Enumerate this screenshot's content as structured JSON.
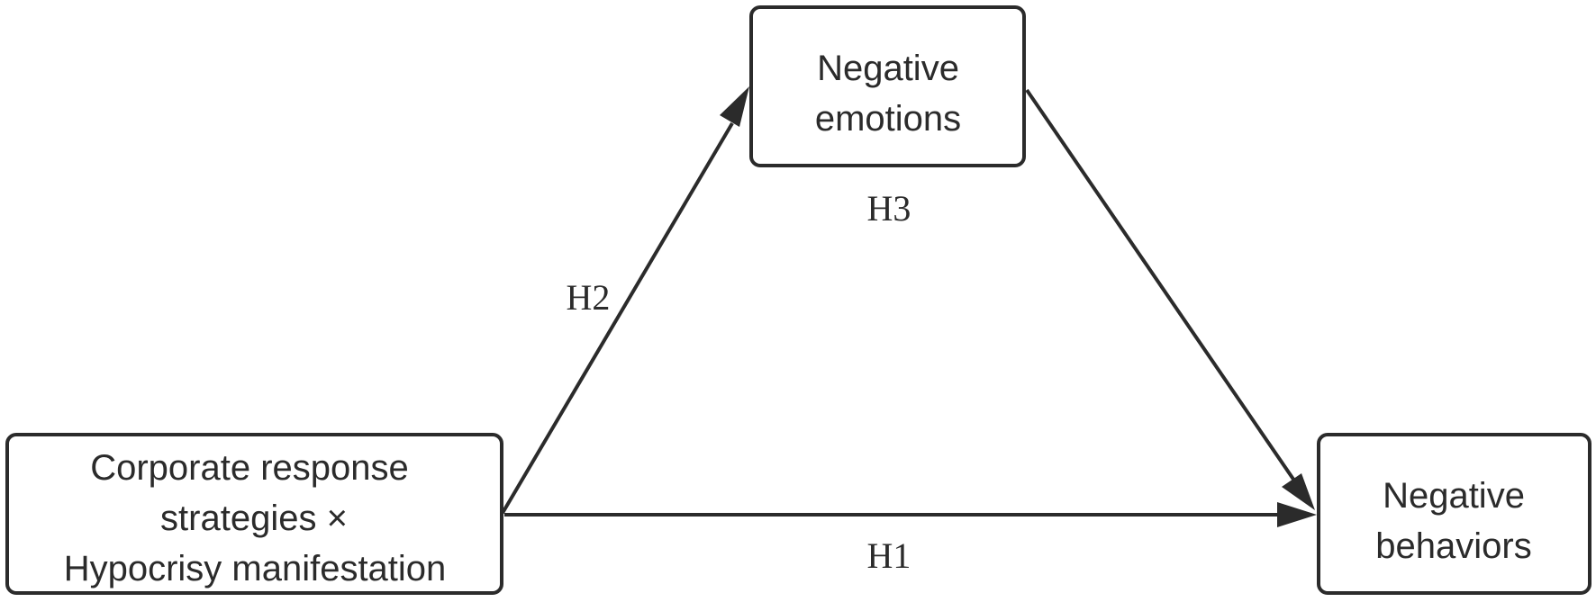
{
  "diagram": {
    "nodes": {
      "strategies": {
        "lines": [
          "Corporate response",
          "strategies ×",
          "Hypocrisy manifestation"
        ]
      },
      "emotions": {
        "lines": [
          "Negative",
          "emotions"
        ]
      },
      "behaviors": {
        "lines": [
          "Negative",
          "behaviors"
        ]
      }
    },
    "edges": {
      "h1": {
        "label": "H1",
        "from": "strategies",
        "to": "behaviors"
      },
      "h2": {
        "label": "H2",
        "from": "strategies",
        "to": "emotions"
      },
      "h3": {
        "label": "H3",
        "from": "emotions",
        "to": "behaviors"
      }
    },
    "colors": {
      "stroke": "#2b2b2b",
      "background": "#ffffff"
    }
  }
}
